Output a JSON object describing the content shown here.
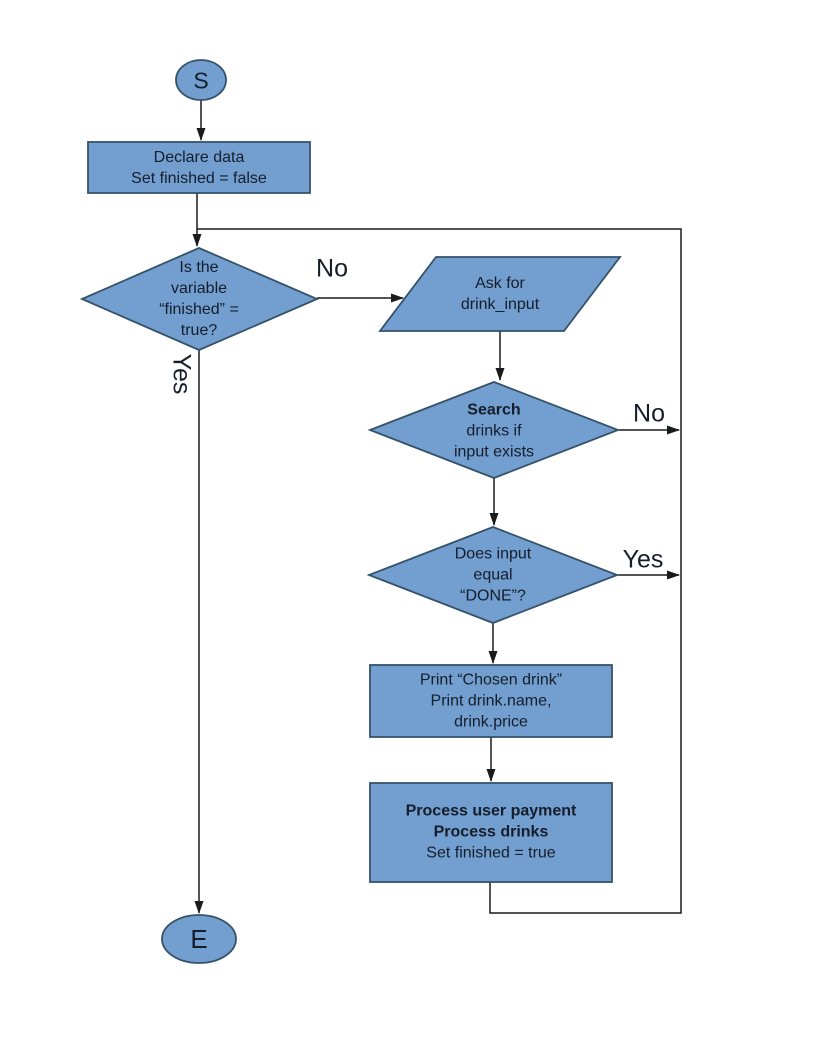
{
  "colors": {
    "page_bg": "#ffffff",
    "shape_fill": "#729FCF",
    "shape_border": "#355269",
    "line": "#1a1a1a",
    "text": "#161d2b"
  },
  "nodes": {
    "start": {
      "label": "S"
    },
    "declare": {
      "lines": [
        "Declare data",
        "Set finished = false"
      ]
    },
    "finished_check": {
      "lines": [
        "Is the",
        "variable",
        "“finished” =",
        "true?"
      ]
    },
    "ask_input": {
      "lines": [
        "Ask for",
        "drink_input"
      ]
    },
    "search": {
      "lines": [
        "Search",
        "drinks if",
        "input exists"
      ]
    },
    "done_check": {
      "lines": [
        "Does input",
        "equal",
        "“DONE”?"
      ]
    },
    "print": {
      "lines": [
        "Print “Chosen drink”",
        "Print drink.name,",
        "drink.price"
      ]
    },
    "process": {
      "lines": [
        "Process user payment",
        "Process drinks",
        "Set finished = true"
      ]
    },
    "end": {
      "label": "E"
    }
  },
  "edge_labels": {
    "finished_no": "No",
    "finished_yes": "Yes",
    "search_no": "No",
    "done_yes": "Yes"
  }
}
